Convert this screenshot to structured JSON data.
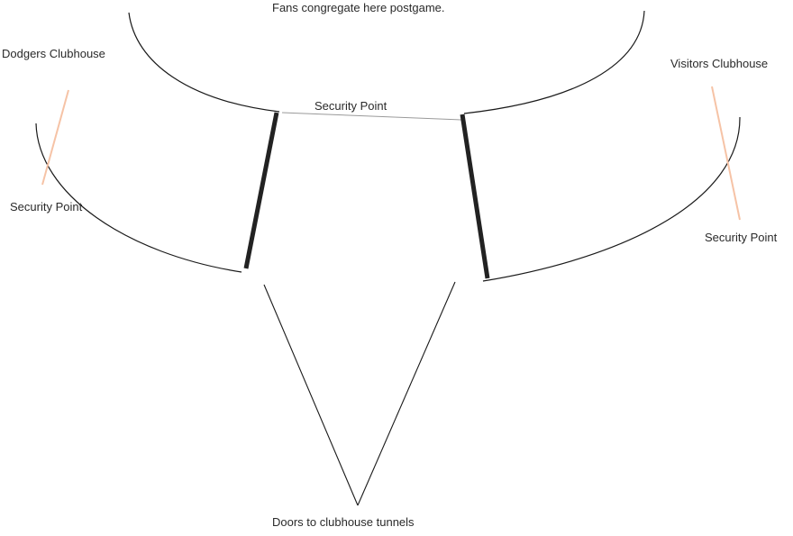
{
  "labels": {
    "fans": "Fans congregate here postgame.",
    "dodgers_clubhouse": "Dodgers Clubhouse",
    "visitors_clubhouse": "Visitors Clubhouse",
    "security_center": "Security Point",
    "security_left": "Security Point",
    "security_right": "Security Point",
    "doors": "Doors to clubhouse tunnels"
  },
  "colors": {
    "line": "#1a1a1a",
    "wall": "#222222",
    "security_mark": "#f6c3a6",
    "text": "#2a2a2a"
  }
}
